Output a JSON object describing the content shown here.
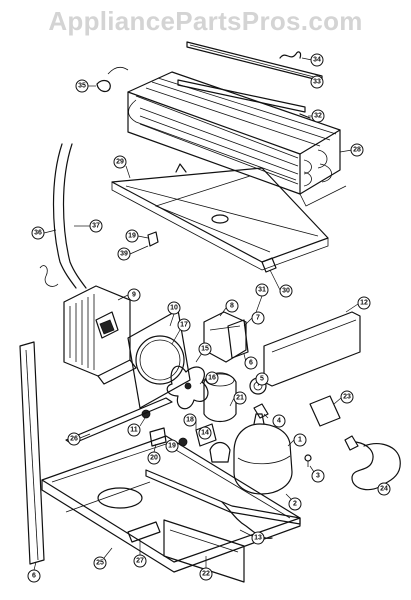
{
  "watermark": "AppliancePartsPros.com",
  "callouts": [
    {
      "id": "34",
      "label": "34"
    },
    {
      "id": "33",
      "label": "33"
    },
    {
      "id": "32",
      "label": "32"
    },
    {
      "id": "35",
      "label": "35"
    },
    {
      "id": "28",
      "label": "28"
    },
    {
      "id": "29",
      "label": "29"
    },
    {
      "id": "36",
      "label": "36"
    },
    {
      "id": "37",
      "label": "37"
    },
    {
      "id": "19",
      "label": "19"
    },
    {
      "id": "39",
      "label": "39"
    },
    {
      "id": "30",
      "label": "30"
    },
    {
      "id": "9",
      "label": "9"
    },
    {
      "id": "31",
      "label": "31"
    },
    {
      "id": "12",
      "label": "12"
    },
    {
      "id": "10",
      "label": "10"
    },
    {
      "id": "8",
      "label": "8"
    },
    {
      "id": "17",
      "label": "17"
    },
    {
      "id": "7",
      "label": "7"
    },
    {
      "id": "15",
      "label": "15"
    },
    {
      "id": "6",
      "label": "6"
    },
    {
      "id": "5",
      "label": "5"
    },
    {
      "id": "16",
      "label": "16"
    },
    {
      "id": "21",
      "label": "21"
    },
    {
      "id": "23",
      "label": "23"
    },
    {
      "id": "11",
      "label": "11"
    },
    {
      "id": "18",
      "label": "18"
    },
    {
      "id": "14",
      "label": "14"
    },
    {
      "id": "4",
      "label": "4"
    },
    {
      "id": "26",
      "label": "26"
    },
    {
      "id": "20",
      "label": "20"
    },
    {
      "id": "19b",
      "label": "19"
    },
    {
      "id": "1",
      "label": "1"
    },
    {
      "id": "3",
      "label": "3"
    },
    {
      "id": "24",
      "label": "24"
    },
    {
      "id": "2",
      "label": "2"
    },
    {
      "id": "25",
      "label": "25"
    },
    {
      "id": "27",
      "label": "27"
    },
    {
      "id": "13",
      "label": "13"
    },
    {
      "id": "22",
      "label": "22"
    },
    {
      "id": "6b",
      "label": "6"
    }
  ]
}
